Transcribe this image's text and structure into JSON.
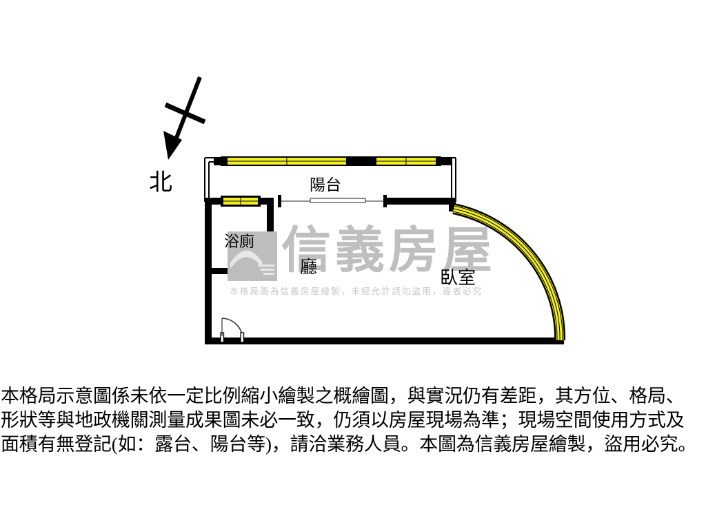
{
  "document": {
    "type": "floor-plan",
    "orientation_label": "北"
  },
  "rooms": [
    {
      "id": "balcony",
      "label": "陽台"
    },
    {
      "id": "bathroom",
      "label": "浴廁"
    },
    {
      "id": "living",
      "label": "廳"
    },
    {
      "id": "bedroom",
      "label": "臥室"
    }
  ],
  "labels": {
    "balcony": "陽台",
    "bathroom": "浴廁",
    "living": "廳",
    "bedroom": "臥室",
    "north": "北"
  },
  "watermark": {
    "brand": "信義房屋",
    "notice": "本格局圖為信義房屋繪製，未經允許請勿盜用，違者必究",
    "logo_icon": "xinyi-house-logo-icon",
    "color": "#bfbfbf",
    "text_color": "#c9c9c9"
  },
  "disclaimer": {
    "line1": "本格局示意圖係未依一定比例縮小繪製之概繪圖，與實況仍有差距，其方位、格局、",
    "line2": "形狀等與地政機關測量成果圖未必一致，仍須以房屋現場為準；現場空間使用方式及",
    "line3": "面積有無登記(如：露台、陽台等)，請洽業務人員。本圖為信義房屋繪製，盜用必究。"
  },
  "colors": {
    "wall": "#000000",
    "window_fill": "#f2ef1e",
    "background": "#ffffff",
    "thin_line": "#666666"
  },
  "elements": {
    "north_arrow": "north-arrow-icon",
    "top_window_left": "window-glazing",
    "top_window_right": "window-glazing",
    "bath_window": "window-glazing",
    "curved_window": "curved-window-glazing",
    "sliding_door": "sliding-door",
    "entry_door": "entry-door-swing",
    "bath_door": "bathroom-door-swing"
  }
}
